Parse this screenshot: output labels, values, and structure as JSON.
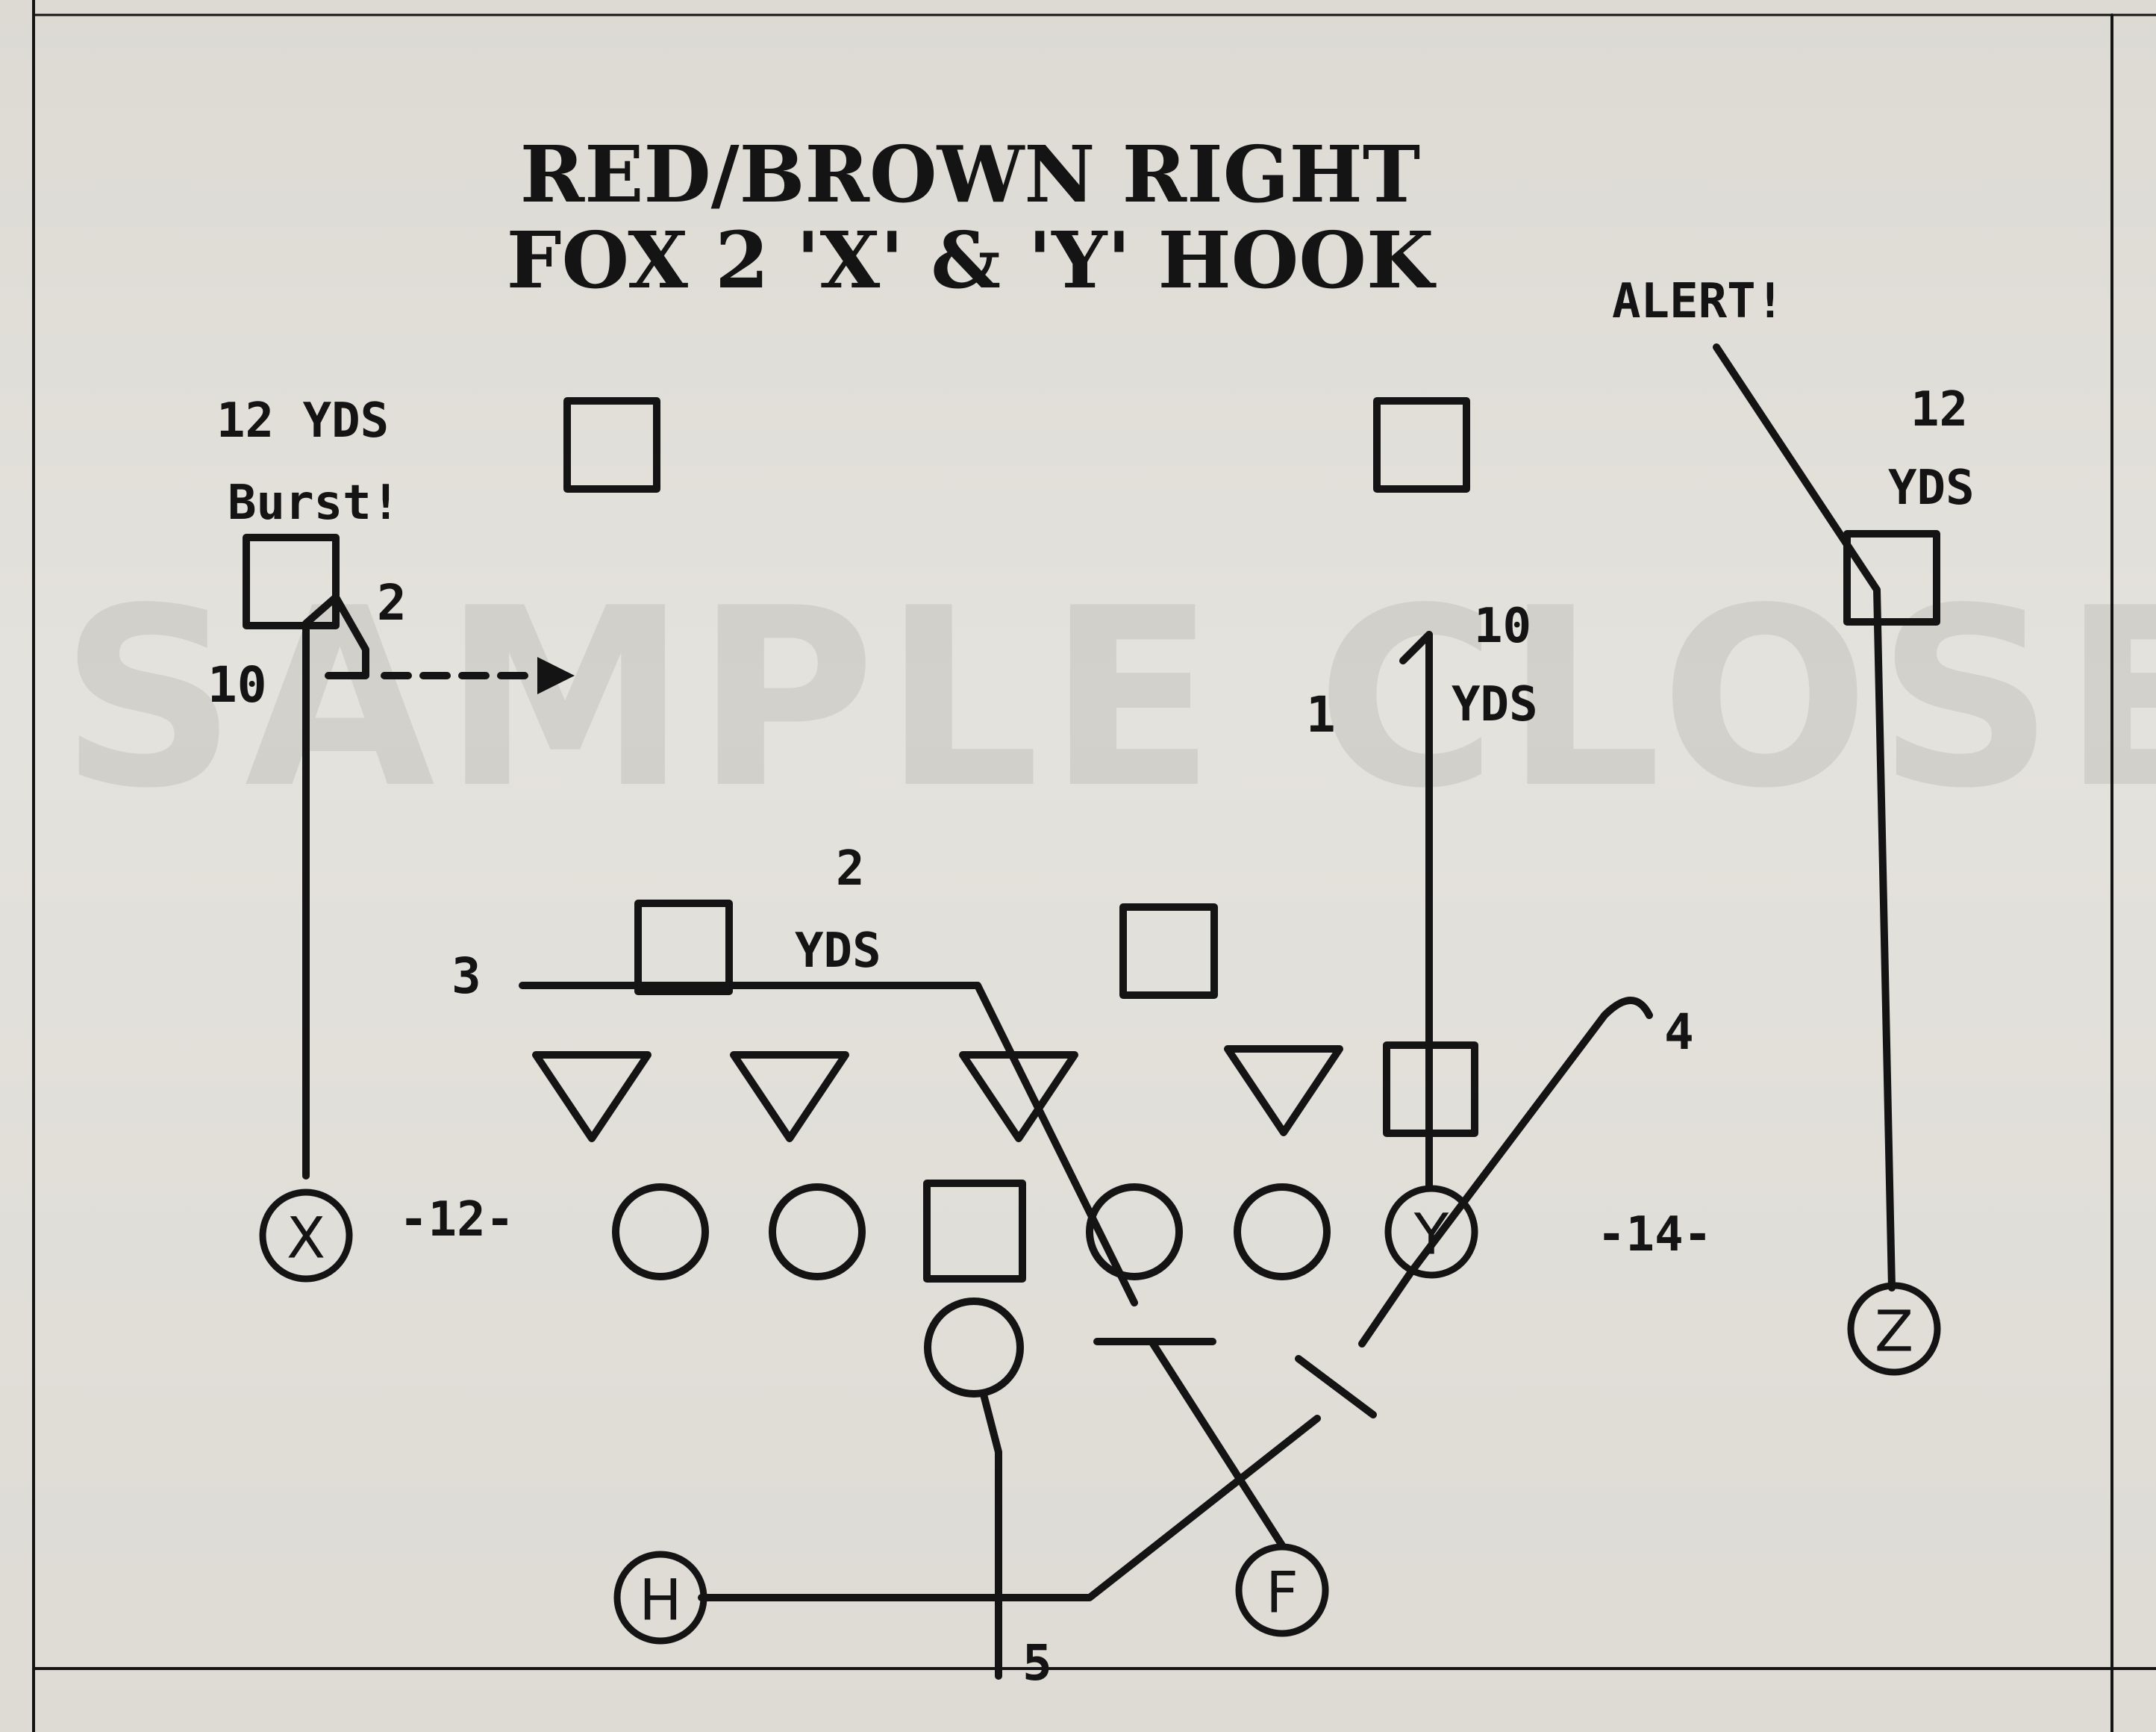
{
  "title": {
    "line1": "RED/BROWN RIGHT",
    "line2": "FOX 2 'X' & 'Y' HOOK"
  },
  "watermark": "SAMPLE CLOSED",
  "annotations": {
    "x_route_depth": "12 YDS",
    "x_route_call": "Burst!",
    "x_read_number": "2",
    "x_stem_depth": "10",
    "alert": "ALERT!",
    "z_depth_value": "12",
    "z_depth_unit": "YDS",
    "y_depth_value": "10",
    "y_depth_unit": "YDS",
    "y_read_number": "1",
    "drag_depth_value": "2",
    "drag_depth_unit": "YDS",
    "drag_read_number": "3",
    "flat_read_number": "4",
    "check_read_number": "5",
    "split_left": "-12-",
    "split_right": "-14-"
  },
  "players": {
    "x": "X",
    "y": "Y",
    "z": "Z",
    "h": "H",
    "f": "F"
  }
}
